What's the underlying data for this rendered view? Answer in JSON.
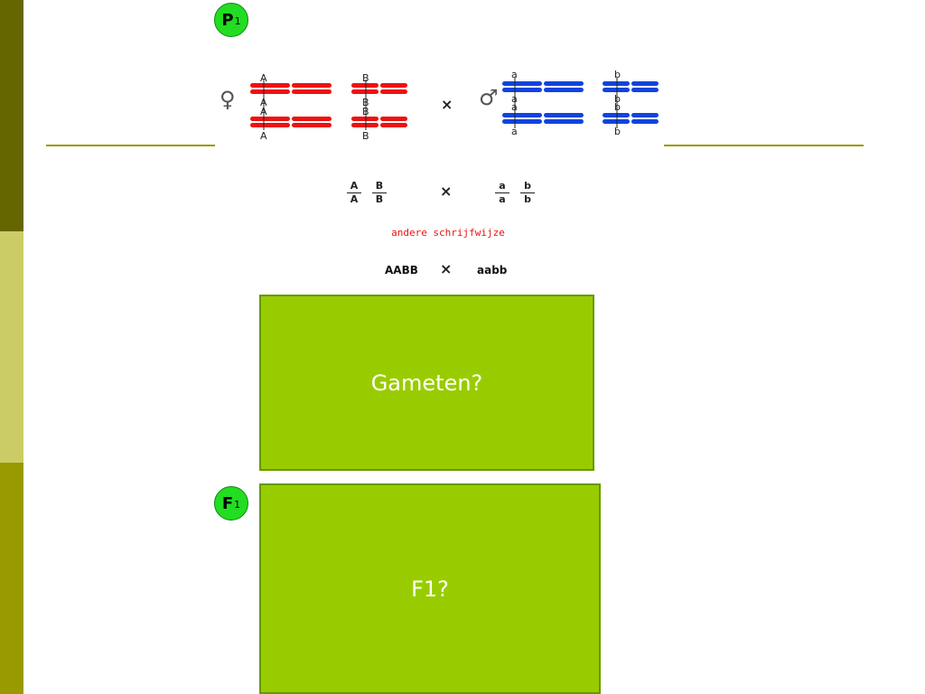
{
  "badges": {
    "p1": {
      "main": "P",
      "sub": "1"
    },
    "f1": {
      "main": "F",
      "sub": "1"
    }
  },
  "symbols": {
    "female": "♀",
    "male": "♂",
    "cross": "×"
  },
  "chromosomes": {
    "female_pair_a": {
      "top": [
        "A",
        "A"
      ],
      "bottom": [
        "A",
        "A"
      ],
      "color": "#ee1111"
    },
    "female_pair_b": {
      "top": [
        "B",
        "B"
      ],
      "bottom": [
        "B",
        "B"
      ],
      "color": "#ee1111"
    },
    "male_pair_a": {
      "top": [
        "a",
        "a"
      ],
      "bottom": [
        "a",
        "a"
      ],
      "color": "#1144dd"
    },
    "male_pair_b": {
      "top": [
        "b",
        "b"
      ],
      "bottom": [
        "b",
        "b"
      ],
      "color": "#1144dd"
    }
  },
  "fractions": {
    "female_a": {
      "num": "A",
      "den": "A"
    },
    "female_b": {
      "num": "B",
      "den": "B"
    },
    "male_a": {
      "num": "a",
      "den": "a"
    },
    "male_b": {
      "num": "b",
      "den": "b"
    }
  },
  "note": "andere schrijfwijze",
  "genotypes": {
    "female": "AABB",
    "male": "aabb"
  },
  "boxes": {
    "gameten": "Gameten?",
    "f1": "F1?"
  }
}
